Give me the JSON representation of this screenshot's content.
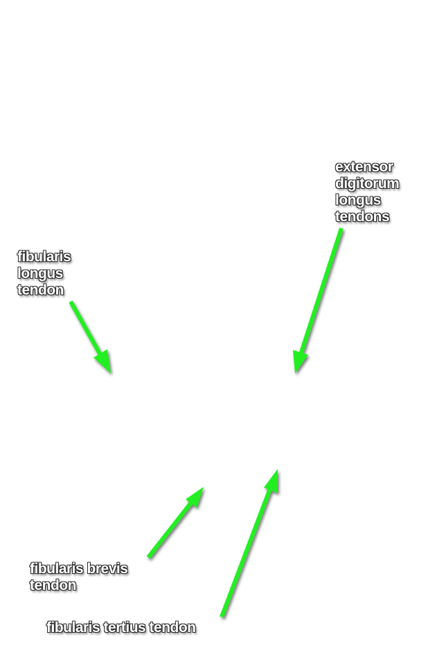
{
  "diagram": {
    "arrow_color": "#22ee22",
    "label_text_color": "#ffffff",
    "label_outline_color": "#2a2a2a",
    "labels": {
      "extensor_digitorum_longus": {
        "lines": [
          "extensor",
          "digitorum",
          "longus",
          "tendons"
        ]
      },
      "fibularis_longus": {
        "lines": [
          "fibularis",
          "longus",
          "tendon"
        ]
      },
      "fibularis_brevis": {
        "lines": [
          "fibularis brevis",
          "tendon"
        ]
      },
      "fibularis_tertius": {
        "lines": [
          "fibularis tertius tendon"
        ]
      }
    }
  }
}
